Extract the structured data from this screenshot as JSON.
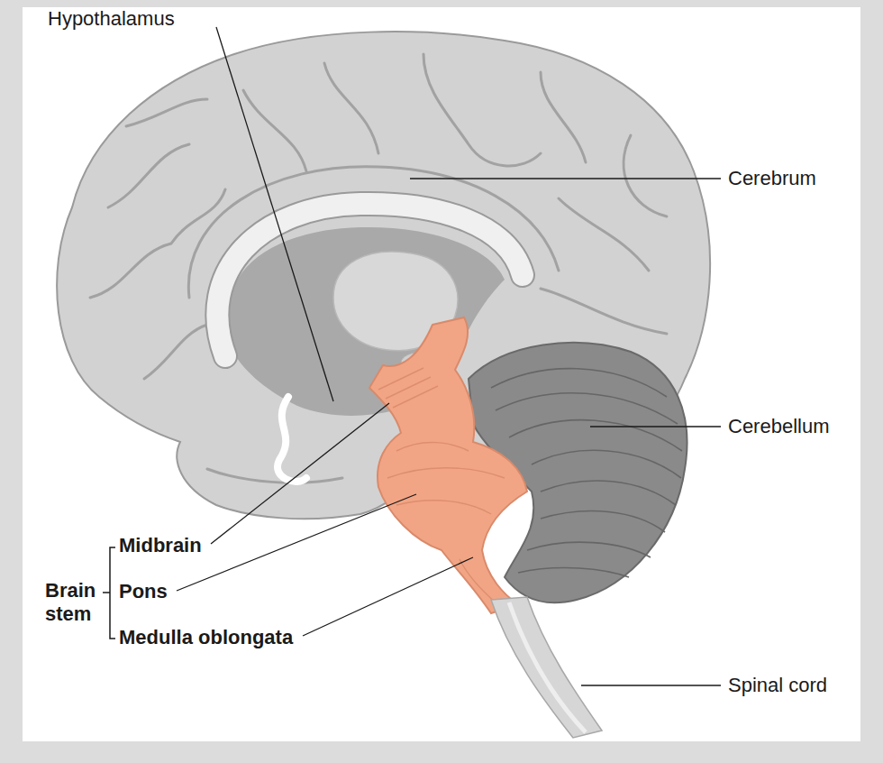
{
  "diagram": {
    "labels": [
      "Hypothalamus",
      "Cerebrum",
      "Cerebellum",
      "Midbrain",
      "Brain stem",
      "Pons",
      "Medulla oblongata",
      "Spinal cord"
    ]
  }
}
